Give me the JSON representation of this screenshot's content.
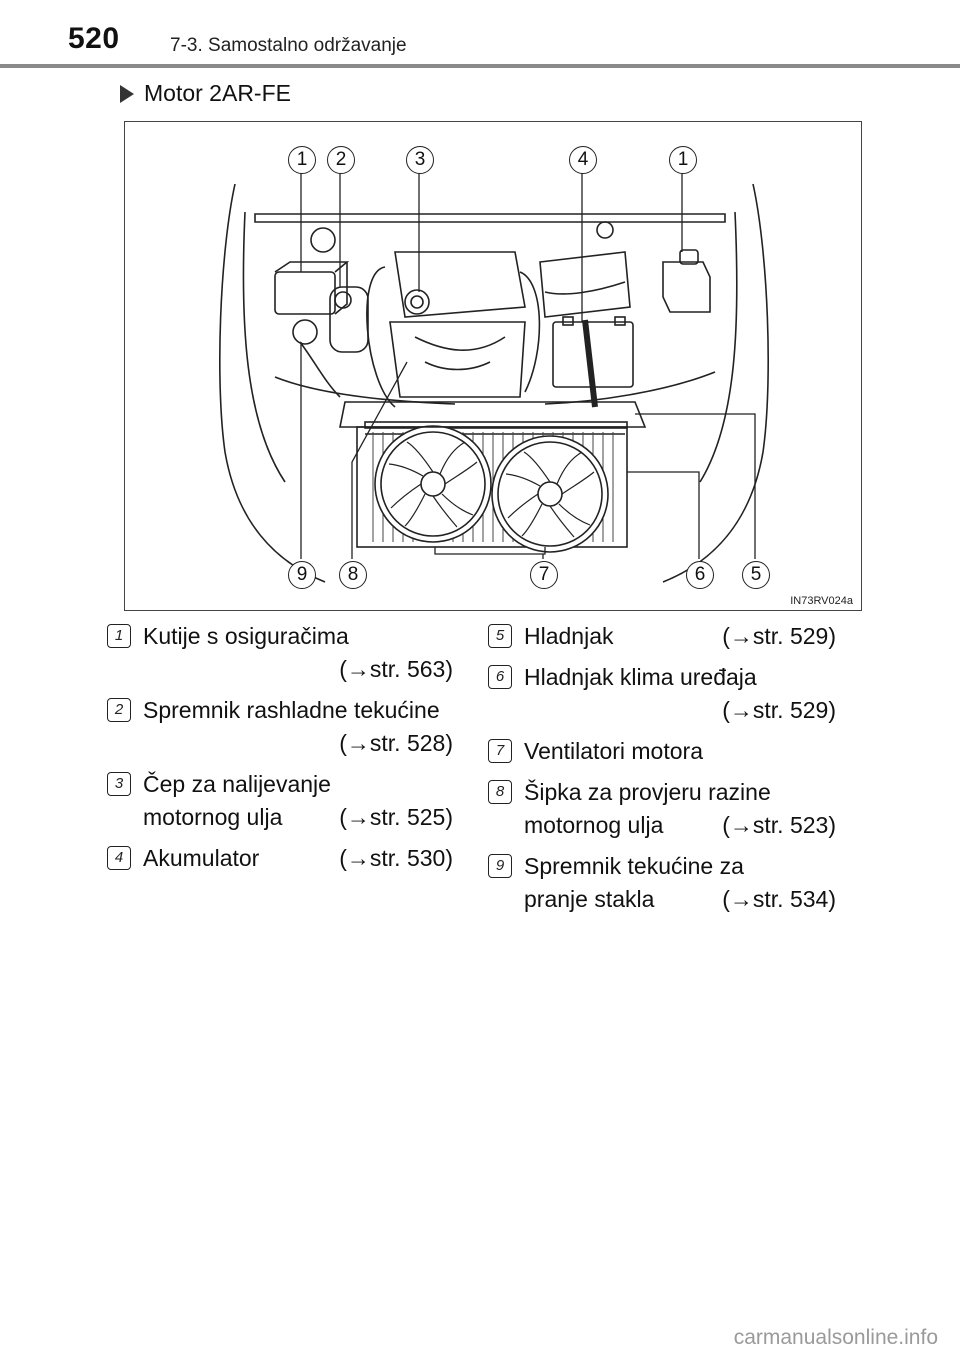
{
  "header": {
    "page_number": "520",
    "section_title": "7-3. Samostalno održavanje"
  },
  "engine_heading": "Motor 2AR-FE",
  "figure": {
    "code": "IN73RV024a",
    "callouts_top": [
      "1",
      "2",
      "3",
      "4",
      "1"
    ],
    "callouts_bottom": [
      "9",
      "8",
      "7",
      "6",
      "5"
    ]
  },
  "legend_left": [
    {
      "num": "1",
      "lines": [
        [
          "Kutije s osiguračima",
          ""
        ],
        [
          "",
          "(→str. 563)"
        ]
      ]
    },
    {
      "num": "2",
      "lines": [
        [
          "Spremnik rashladne tekućine",
          ""
        ],
        [
          "",
          "(→str. 528)"
        ]
      ]
    },
    {
      "num": "3",
      "lines": [
        [
          "Čep za nalijevanje",
          ""
        ],
        [
          "motornog ulja",
          "(→str. 525)"
        ]
      ]
    },
    {
      "num": "4",
      "lines": [
        [
          "Akumulator",
          "(→str. 530)"
        ]
      ]
    }
  ],
  "legend_right": [
    {
      "num": "5",
      "lines": [
        [
          "Hladnjak",
          "(→str. 529)"
        ]
      ]
    },
    {
      "num": "6",
      "lines": [
        [
          "Hladnjak klima uređaja",
          ""
        ],
        [
          "",
          "(→str. 529)"
        ]
      ]
    },
    {
      "num": "7",
      "lines": [
        [
          "Ventilatori motora",
          ""
        ]
      ]
    },
    {
      "num": "8",
      "lines": [
        [
          "Šipka za provjeru razine",
          ""
        ],
        [
          "motornog ulja",
          "(→str. 523)"
        ]
      ]
    },
    {
      "num": "9",
      "lines": [
        [
          "Spremnik tekućine za",
          ""
        ],
        [
          "pranje stakla",
          "(→str. 534)"
        ]
      ]
    }
  ],
  "watermark": "carmanualsonline.info"
}
